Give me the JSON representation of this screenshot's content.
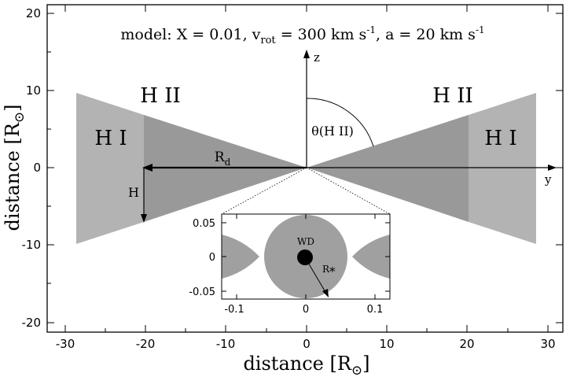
{
  "colors": {
    "background": "#ffffff",
    "h1_region": "#b3b3b3",
    "h2_region": "#999999",
    "inset_fill": "#a0a0a0",
    "axis": "#000000"
  },
  "title": {
    "prefix": "model: X = 0.01,  v",
    "sub": "rot",
    "mid": " = 300 km s",
    "sup1": "-1",
    "suffix": ",  a = 20 km s",
    "sup2": "-1"
  },
  "axes": {
    "x_label_main": "distance [R",
    "x_label_sub": "⊙",
    "x_label_close": "]",
    "y_label_main": "distance [R",
    "y_label_sub": "⊙",
    "y_label_close": "]",
    "x_ticks": [
      "-30",
      "-20",
      "-10",
      "0",
      "10",
      "20",
      "30"
    ],
    "y_ticks": [
      "20",
      "10",
      "0",
      "-10",
      "-20"
    ]
  },
  "labels": {
    "hii_left": "H II",
    "hii_right": "H II",
    "hi_left": "H I",
    "hi_right": "H I",
    "z_axis": "z",
    "y_axis": "y",
    "theta": "θ(H II)",
    "rd_main": "R",
    "rd_sub": "d",
    "h_label": "H"
  },
  "inset": {
    "x_ticks": [
      "-0.1",
      "0",
      "0.1"
    ],
    "y_ticks": [
      "0.05",
      "0",
      "-0.05"
    ],
    "wd_label": "WD",
    "r_label": "R",
    "r_subscript": "*"
  }
}
